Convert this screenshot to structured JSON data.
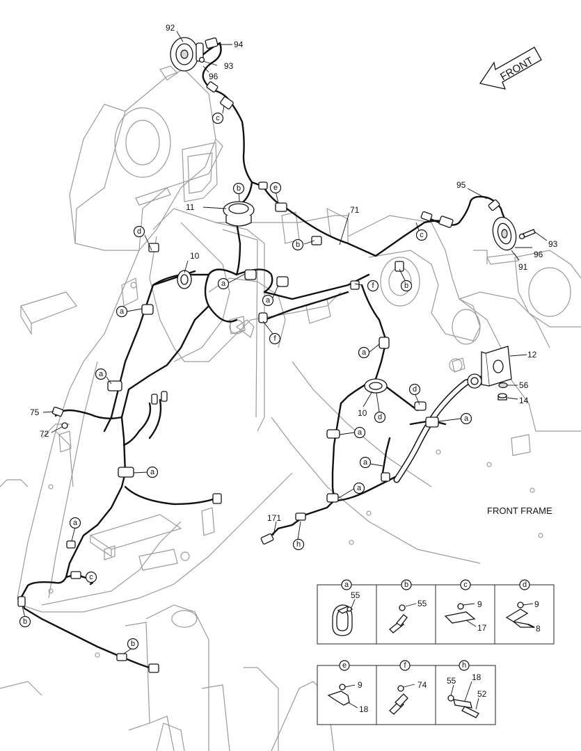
{
  "diagram": {
    "frame_label": "FRONT FRAME",
    "direction_label": "FRONT",
    "part_numbers": {
      "p92": "92",
      "p94": "94",
      "p93a": "93",
      "p96a": "96",
      "p95": "95",
      "p93b": "93",
      "p96b": "96",
      "p91": "91",
      "p11": "11",
      "p71": "71",
      "p10a": "10",
      "p10b": "10",
      "p12": "12",
      "p56": "56",
      "p14": "14",
      "p75": "75",
      "p72": "72",
      "p171": "171"
    },
    "callouts": {
      "c1": "c",
      "b1": "b",
      "e1": "e",
      "d1": "d",
      "b2": "b",
      "c2": "c",
      "b3": "b",
      "a1": "a",
      "a2": "a",
      "f1": "f",
      "a3": "a",
      "f2": "f",
      "a4": "a",
      "a5": "a",
      "d2": "d",
      "d3": "d",
      "a6": "a",
      "a7": "a",
      "a8": "a",
      "a9": "a",
      "a10": "a",
      "h1": "h",
      "a11": "a",
      "c3": "c",
      "b4": "b",
      "b5": "b"
    },
    "details": [
      {
        "letter": "a",
        "labels": [
          "55"
        ]
      },
      {
        "letter": "b",
        "labels": [
          "55"
        ]
      },
      {
        "letter": "c",
        "labels": [
          "9",
          "17"
        ]
      },
      {
        "letter": "d",
        "labels": [
          "9",
          "8"
        ]
      },
      {
        "letter": "e",
        "labels": [
          "9",
          "18"
        ]
      },
      {
        "letter": "f",
        "labels": [
          "74"
        ]
      },
      {
        "letter": "h",
        "labels": [
          "55",
          "18",
          "52"
        ]
      }
    ]
  }
}
